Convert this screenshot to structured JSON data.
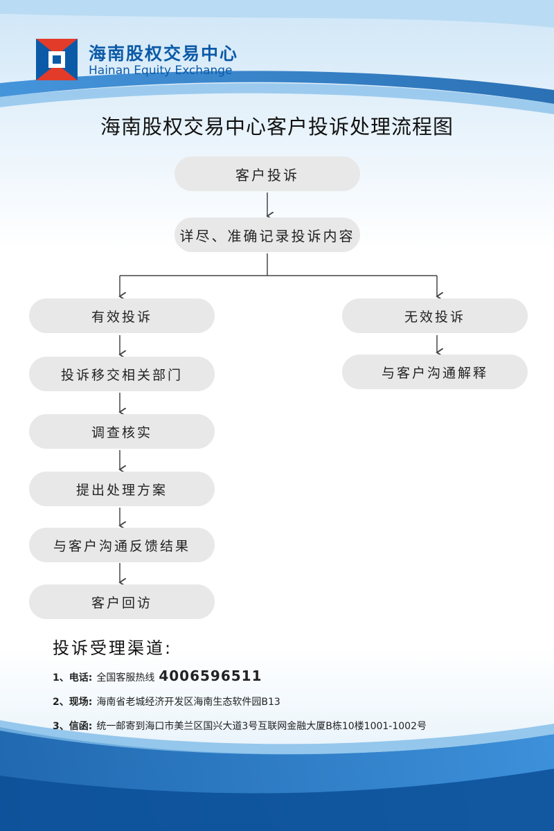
{
  "brand": {
    "name_cn": "海南股权交易中心",
    "name_en": "Hainan Equity Exchange",
    "colors": {
      "primary": "#0b5aa8",
      "accent": "#e23b2a"
    }
  },
  "title": "海南股权交易中心客户投诉处理流程图",
  "flow": {
    "top": [
      "客户投诉",
      "详尽、准确记录投诉内容"
    ],
    "valid": {
      "label": "有效投诉",
      "steps": [
        "投诉移交相关部门",
        "调查核实",
        "提出处理方案",
        "与客户沟通反馈结果",
        "客户回访"
      ]
    },
    "invalid": {
      "label": "无效投诉",
      "steps": [
        "与客户沟通解释"
      ]
    }
  },
  "channels": {
    "title": "投诉受理渠道:",
    "items": [
      {
        "label": "1、电话:",
        "text": "全国客服热线",
        "extra": "4006596511"
      },
      {
        "label": "2、现场:",
        "text": "海南省老城经济开发区海南生态软件园B13"
      },
      {
        "label": "3、信函:",
        "text": "统一邮寄到海口市美兰区国兴大道3号互联网金融大厦B栋10楼1001-1002号"
      }
    ]
  }
}
